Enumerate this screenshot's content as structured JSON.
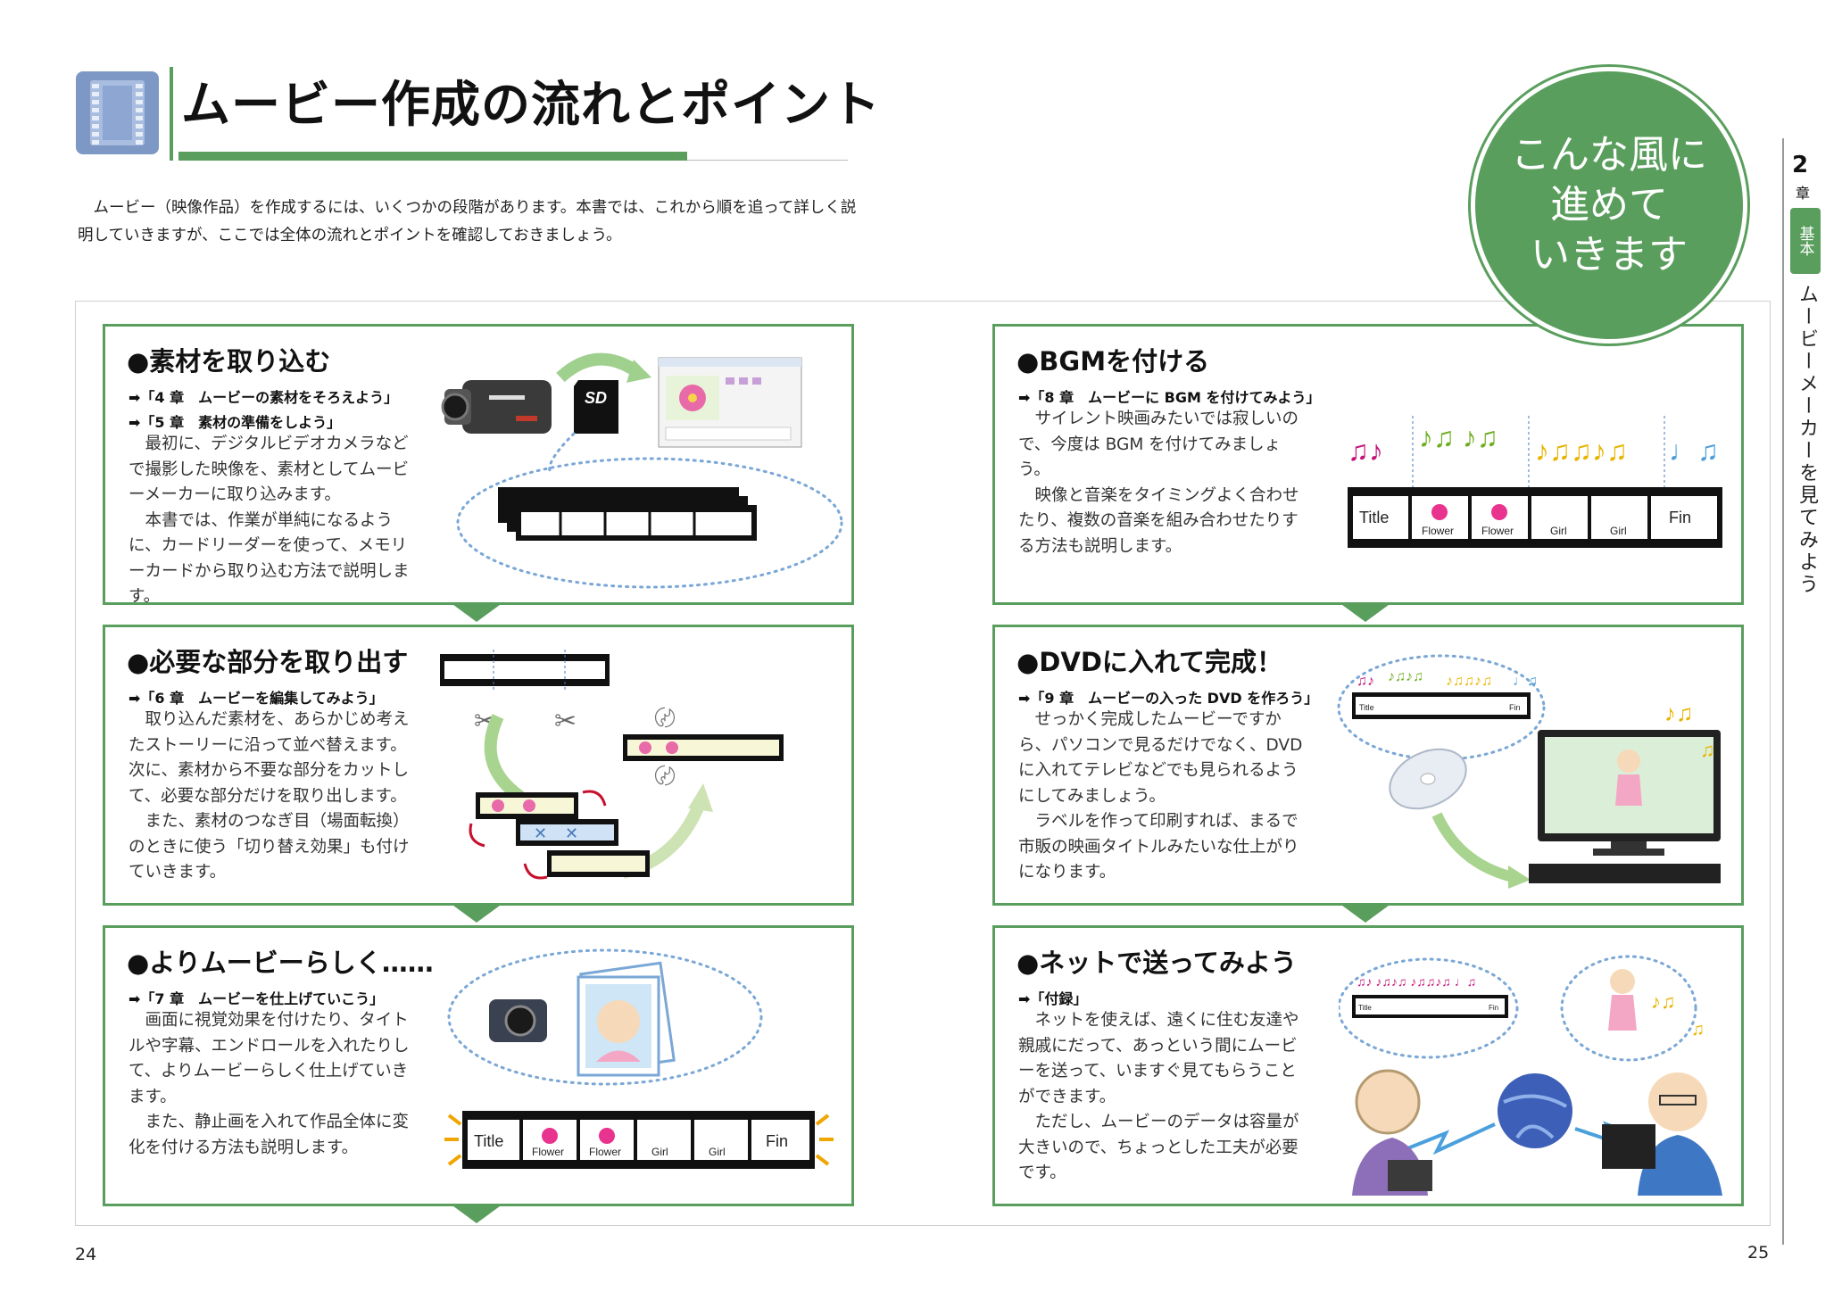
{
  "header": {
    "title": "ムービー作成の流れとポイント",
    "intro": "ムービー（映像作品）を作成するには、いくつかの段階があります。本書では、これから順を追って詳しく説明していきますが、ここでは全体の流れとポイントを確認しておきましょう。"
  },
  "badge": {
    "line1": "こんな風に",
    "line2": "進めて",
    "line3": "いきます"
  },
  "side_tab": {
    "chapter_num": "2",
    "chapter_label": "章",
    "category": "基本",
    "text": "ムービーメーカーを見てみよう"
  },
  "steps": [
    {
      "title": "●素材を取り込む",
      "refs": [
        "➡「4 章　ムービーの素材をそろえよう」",
        "➡「5 章　素材の準備をしよう」"
      ],
      "paragraphs": [
        "最初に、デジタルビデオカメラなどで撮影した映像を、素材としてムービーメーカーに取り込みます。",
        "本書では、作業が単純になるように、カードリーダーを使って、メモリーカードから取り込む方法で説明します。"
      ]
    },
    {
      "title": "●必要な部分を取り出す",
      "refs": [
        "➡「6 章　ムービーを編集してみよう」"
      ],
      "paragraphs": [
        "取り込んだ素材を、あらかじめ考えたストーリーに沿って並べ替えます。次に、素材から不要な部分をカットして、必要な部分だけを取り出します。",
        "また、素材のつなぎ目（場面転換）のときに使う「切り替え効果」も付けていきます。"
      ]
    },
    {
      "title": "●よりムービーらしく……",
      "refs": [
        "➡「7 章　ムービーを仕上げていこう」"
      ],
      "paragraphs": [
        "画面に視覚効果を付けたり、タイトルや字幕、エンドロールを入れたりして、よりムービーらしく仕上げていきます。",
        "また、静止画を入れて作品全体に変化を付ける方法も説明します。"
      ]
    },
    {
      "title": "●BGMを付ける",
      "refs": [
        "➡「8 章　ムービーに BGM を付けてみよう」"
      ],
      "paragraphs": [
        "サイレント映画みたいでは寂しいので、今度は BGM を付けてみましょう。",
        "映像と音楽をタイミングよく合わせたり、複数の音楽を組み合わせたりする方法も説明します。"
      ]
    },
    {
      "title": "●DVDに入れて完成！",
      "refs": [
        "➡「9 章　ムービーの入った DVD を作ろう」"
      ],
      "paragraphs": [
        "せっかく完成したムービーですから、パソコンで見るだけでなく、DVD に入れてテレビなどでも見られるようにしてみましょう。",
        "ラベルを作って印刷すれば、まるで市販の映画タイトルみたいな仕上がりになります。"
      ]
    },
    {
      "title": "●ネットで送ってみよう",
      "refs": [
        "➡「付録」"
      ],
      "paragraphs": [
        "ネットを使えば、遠くに住む友達や親戚にだって、あっという間にムービーを送って、いますぐ見てもらうことができます。",
        "ただし、ムービーのデータは容量が大きいので、ちょっとした工夫が必要です。"
      ]
    }
  ],
  "film_labels": {
    "title": "Title",
    "flower": "Flower",
    "girl": "Girl",
    "fin": "Fin",
    "sd": "SD"
  },
  "page_numbers": {
    "left": "24",
    "right": "25"
  },
  "colors": {
    "accent": "#5a9e5d",
    "frame_blue": "#7d98c4",
    "music_magenta": "#c4147a",
    "music_green": "#6fae23",
    "music_yellow": "#e8b400",
    "music_blue": "#4aa0dc"
  }
}
